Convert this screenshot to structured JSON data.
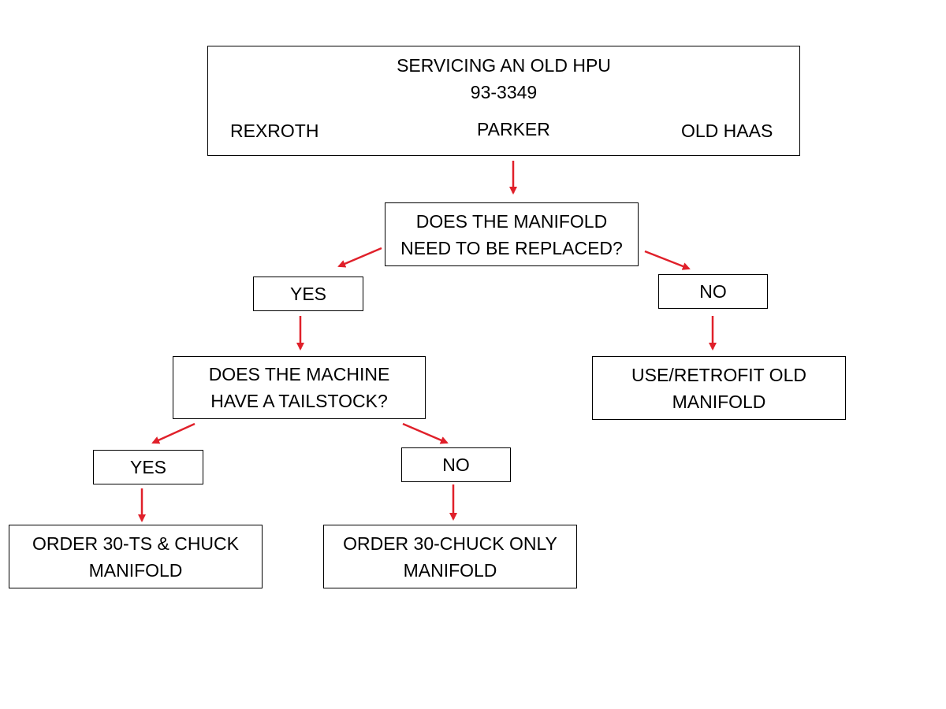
{
  "colors": {
    "arrow": "#e0202a",
    "border": "#000000",
    "text": "#000000",
    "background": "#ffffff"
  },
  "header": {
    "title": "SERVICING AN OLD HPU",
    "part_number": "93-3349",
    "brands": [
      "REXROTH",
      "PARKER",
      "OLD HAAS"
    ]
  },
  "question_manifold": {
    "line1": "DOES THE MANIFOLD",
    "line2": "NEED TO BE REPLACED?"
  },
  "manifold_yes": "YES",
  "manifold_no": "NO",
  "retrofit": {
    "line1": "USE/RETROFIT OLD",
    "line2": "MANIFOLD"
  },
  "question_tailstock": {
    "line1": "DOES THE MACHINE",
    "line2": "HAVE A TAILSTOCK?"
  },
  "tailstock_yes": "YES",
  "tailstock_no": "NO",
  "order_ts": {
    "line1": "ORDER 30-TS & CHUCK",
    "line2": "MANIFOLD"
  },
  "order_chuck": {
    "line1": "ORDER 30-CHUCK ONLY",
    "line2": "MANIFOLD"
  }
}
